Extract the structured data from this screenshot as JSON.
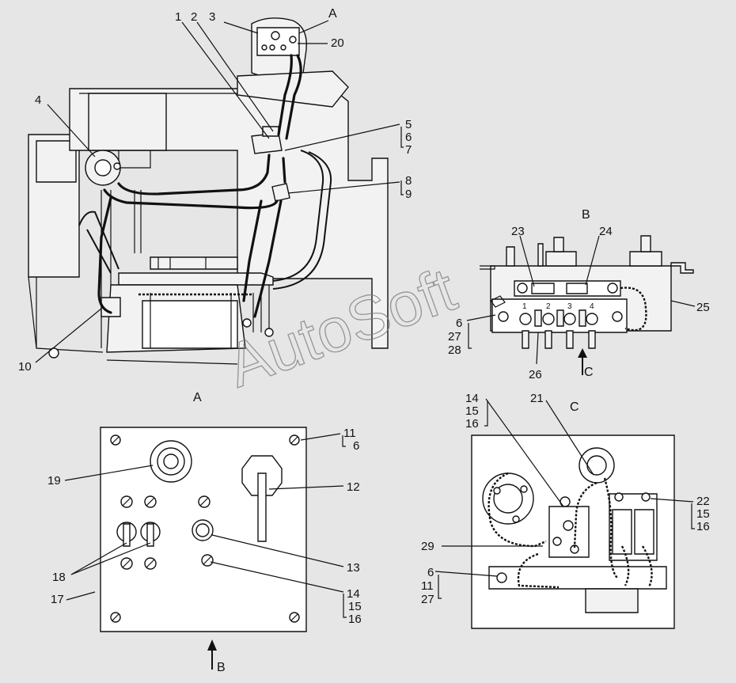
{
  "diagram": {
    "view_labels": {
      "a_top": "A",
      "b_top": "B",
      "c_top": "C",
      "a_panel": "A",
      "c_panel": "C",
      "b_arrow": "B",
      "c_arrow": "C"
    },
    "callouts": {
      "n1": "1",
      "n2": "2",
      "n3": "3",
      "n4": "4",
      "n5": "5",
      "n6a": "6",
      "n7": "7",
      "n8": "8",
      "n9": "9",
      "n10": "10",
      "n20": "20",
      "n23": "23",
      "n24": "24",
      "n25": "25",
      "n6b": "6",
      "n27a": "27",
      "n28": "28",
      "n26": "26",
      "n1234_1": "1",
      "n1234_2": "2",
      "n1234_3": "3",
      "n1234_4": "4",
      "n11a": "11",
      "n6c": "6",
      "n19": "19",
      "n12": "12",
      "n18": "18",
      "n13": "13",
      "n14a": "14",
      "n15a": "15",
      "n16a": "16",
      "n17": "17",
      "n14b": "14",
      "n15b": "15",
      "n16b": "16",
      "n21": "21",
      "n22": "22",
      "n15c": "15",
      "n16c": "16",
      "n29": "29",
      "n6d": "6",
      "n11b": "11",
      "n27b": "27"
    },
    "watermark": "AutoSoft"
  }
}
